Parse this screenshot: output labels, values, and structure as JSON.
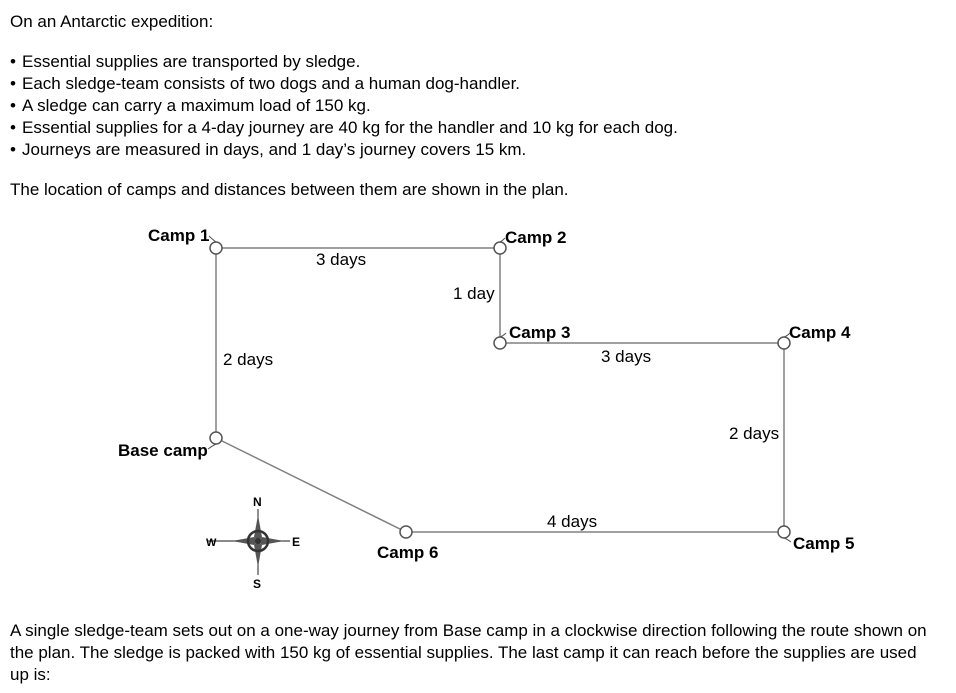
{
  "intro": "On an Antarctic expedition:",
  "bullets": [
    "Essential supplies are transported by sledge.",
    "Each sledge-team consists of two dogs and a human dog-handler.",
    "A sledge can carry a maximum load of 150 kg.",
    "Essential supplies for a 4-day journey are 40 kg for the handler and 10 kg for each dog.",
    "Journeys are measured in days, and 1 day’s journey covers 15 km."
  ],
  "plan_intro": "The location of camps and distances between them are shown in the plan.",
  "camps": {
    "camp1": "Camp 1",
    "camp2": "Camp 2",
    "camp3": "Camp 3",
    "camp4": "Camp 4",
    "camp5": "Camp 5",
    "camp6": "Camp 6",
    "base": "Base camp"
  },
  "distances": {
    "camp1_camp2": "3 days",
    "camp2_camp3": "1 day",
    "camp3_camp4": "3 days",
    "camp4_camp5": "2 days",
    "camp5_camp6": "4 days",
    "base_camp1": "2 days"
  },
  "compass": {
    "n": "N",
    "e": "E",
    "s": "S",
    "w": "W"
  },
  "question": "A single sledge-team sets out on a one-way journey from Base camp in a clockwise direction following the route shown on the plan. The sledge is packed with 150 kg of essential supplies. The last camp it can reach before the supplies are used up is:",
  "colors": {
    "line": "#808080",
    "node_fill": "#ffffff",
    "node_stroke": "#555555",
    "text": "#000000"
  }
}
